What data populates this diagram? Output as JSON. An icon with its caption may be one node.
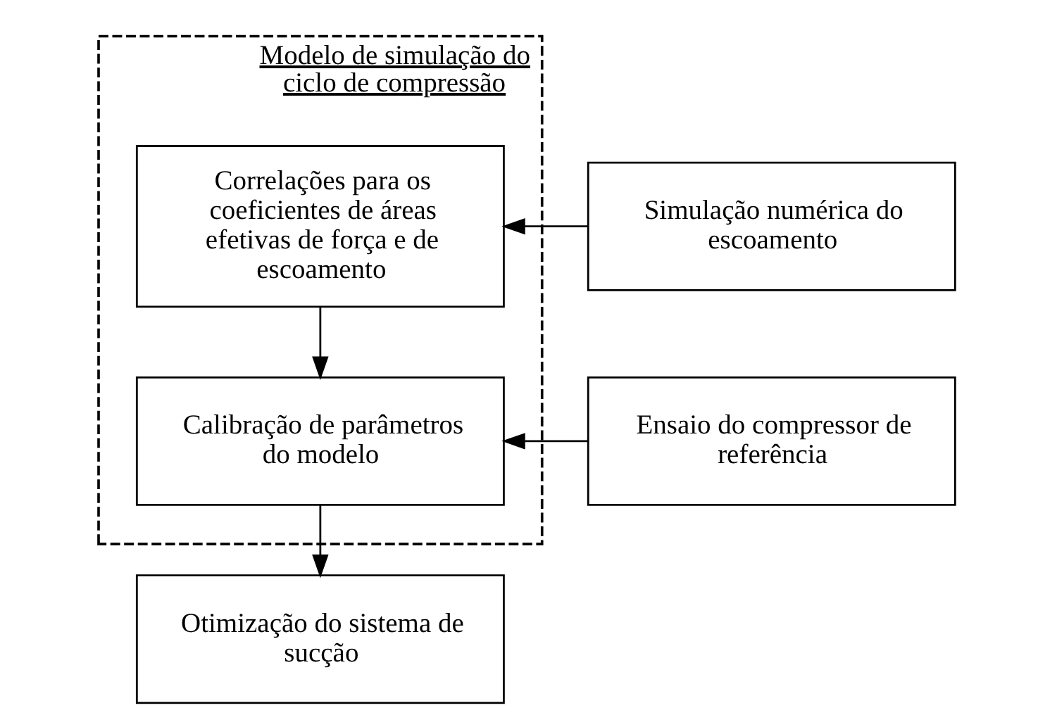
{
  "diagram": {
    "nodes": [
      {
        "text": [
          "Modelo de simulação do ciclo de compressão"
        ]
      },
      {
        "text": [
          "Simulação numérica do escoamento"
        ]
      },
      {
        "text": [
          "Correlações para os coeficientes de áreas efetivas de força e de escoamento"
        ],
        "in": 0
      },
      {
        "text": [
          "Ensaio do compressor de referência"
        ]
      },
      {
        "text": [
          "Calibração de parâmetros do modelo"
        ],
        "in": 0
      },
      {
        "text": [
          "Otimização do sistema de sucção"
        ]
      }
    ],
    "edges": [
      {
        "from": 1,
        "to": 2,
        "arrow": "to"
      },
      {
        "from": 2,
        "to": 4,
        "arrow": "to"
      },
      {
        "from": 3,
        "to": 4,
        "arrow": "to"
      },
      {
        "from": 4,
        "to": 5,
        "arrow": "to"
      }
    ]
  }
}
